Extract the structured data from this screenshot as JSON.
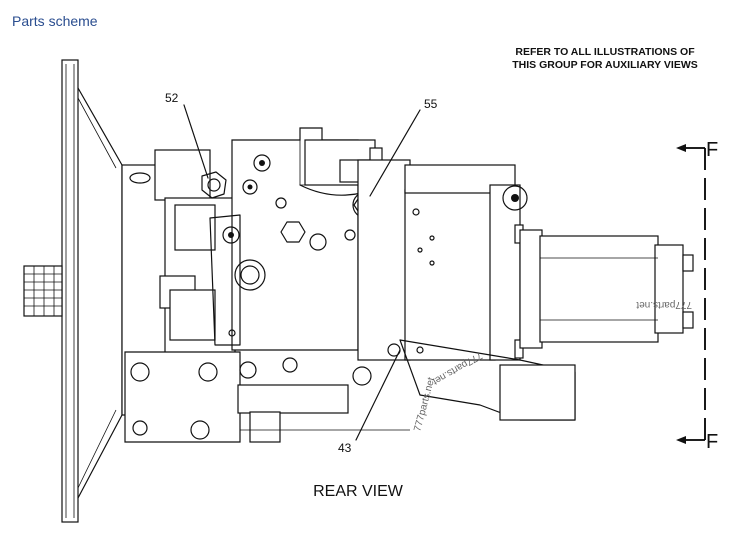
{
  "page": {
    "title": "Parts scheme"
  },
  "diagram": {
    "note_line1": "REFER TO ALL ILLUSTRATIONS OF",
    "note_line2": "THIS GROUP FOR AUXILIARY VIEWS",
    "view_caption": "REAR VIEW",
    "callouts": [
      "52",
      "55",
      "43"
    ],
    "section_marker_top": "F",
    "section_marker_bottom": "F",
    "watermarks": [
      "777parts.net",
      "777parts.net",
      "777parts.net"
    ]
  }
}
